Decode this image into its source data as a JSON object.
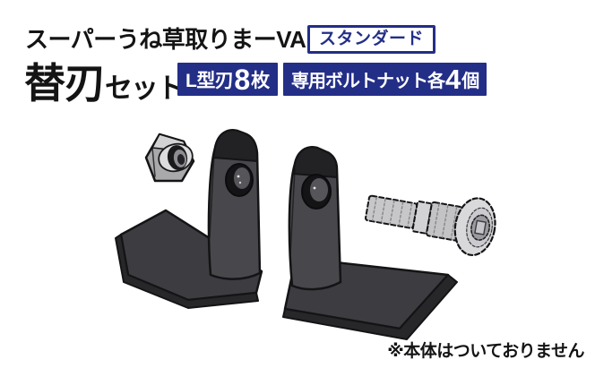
{
  "header": {
    "series_title": "スーパーうね草取りまーVA",
    "grade_badge": "スタンダード",
    "set_title_main": "替刃",
    "set_title_sub": "セット",
    "blade_badge": {
      "prefix": "L型刃",
      "count": "8",
      "suffix": "枚"
    },
    "boltnut_badge": {
      "prefix": "専用ボルトナット各",
      "count": "4",
      "suffix": "個"
    }
  },
  "note": {
    "text": "※本体はついておりません"
  },
  "illustration": {
    "parts": [
      "hex-nut",
      "l-blade-left",
      "l-blade-right",
      "bolt"
    ]
  },
  "colors": {
    "navy": "#232e87",
    "ink": "#141414",
    "blade_dark": "#3d3d41",
    "blade_bevel": "#27272a",
    "blade_band": "#222225",
    "metal_gray": "#c7c7c9",
    "metal_light": "#d9d9db",
    "background": "#ffffff"
  }
}
